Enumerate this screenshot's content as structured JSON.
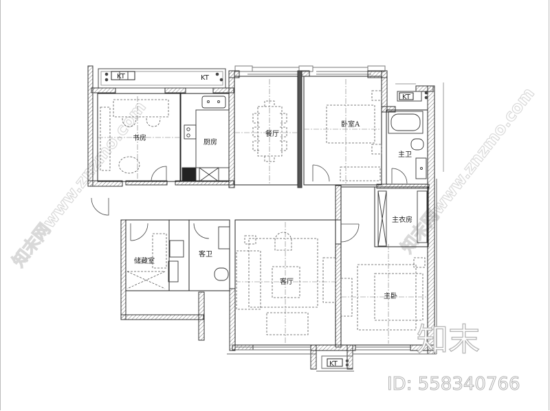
{
  "drawing": {
    "type": "apartment floor plan",
    "rooms": {
      "study": "书房",
      "kitchen": "厨房",
      "dining": "餐厅",
      "bedroom_a": "卧室A",
      "master_bath": "主卫",
      "master_closet": "主衣房",
      "storage": "储藏室",
      "guest_bath": "客卫",
      "living": "客厅",
      "master_bedroom": "主卧"
    },
    "ac_units": [
      "KT",
      "KT",
      "KT",
      "KT"
    ],
    "ac_label_top": "KT"
  },
  "watermark": {
    "diagonal_left": "知末网www.znzmo.com",
    "diagonal_right": "知末网www.znzmo.com",
    "brand": "知末",
    "id_text": "ID: 558340766"
  },
  "colors": {
    "wall": "#333333",
    "hatch": "#888888",
    "dashed_furniture": "#555555",
    "watermark": "#b0b0b0"
  }
}
